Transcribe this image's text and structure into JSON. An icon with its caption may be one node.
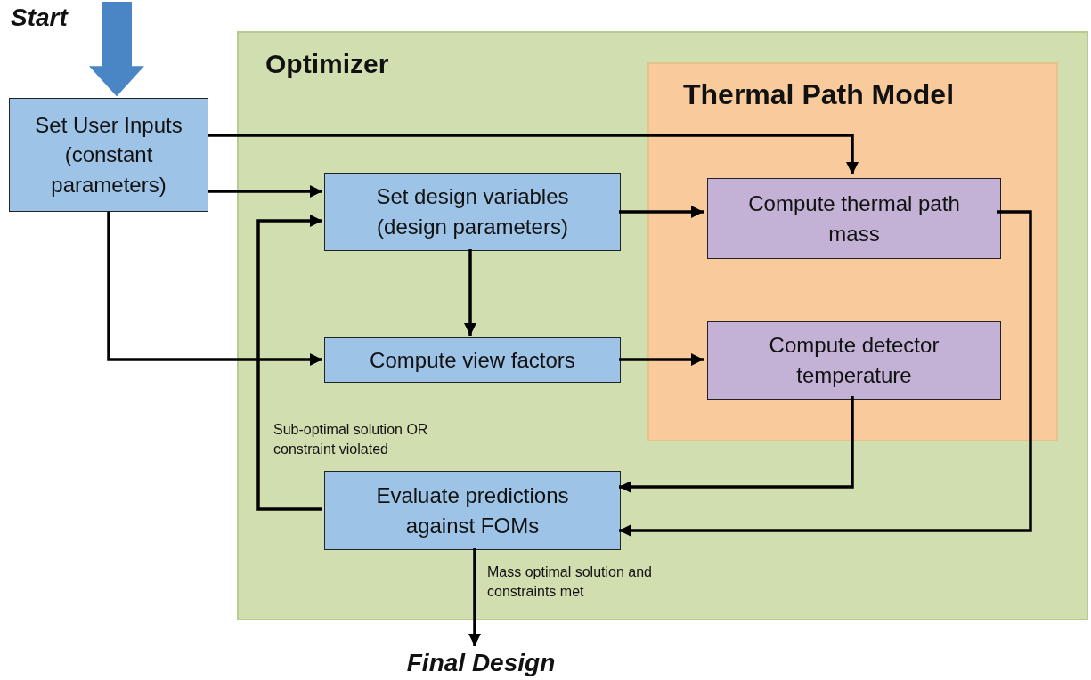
{
  "diagram": {
    "nodes": [
      {
        "text": [
          "Set User Inputs (constant parameters)"
        ]
      },
      {
        "text": [
          "Optimizer"
        ]
      },
      {
        "text": [
          "Thermal Path Model"
        ],
        "in": 1
      },
      {
        "text": [
          "Set design variables (design parameters)"
        ],
        "in": 1
      },
      {
        "text": [
          "Compute thermal path mass"
        ],
        "in": 2
      },
      {
        "text": [
          "Compute view factors"
        ],
        "in": 1
      },
      {
        "text": [
          "Compute detector temperature"
        ],
        "in": 2
      },
      {
        "text": [
          "Evaluate predictions against FOMs"
        ],
        "in": 1
      },
      {
        "text": [
          "Final Design"
        ]
      }
    ],
    "edges": [
      {
        "from": null,
        "to": 0,
        "arrow": "to",
        "style": "thick",
        "color": "#4a86c5",
        "label": "Start"
      },
      {
        "from": 0,
        "to": 4,
        "arrow": "to"
      },
      {
        "from": 0,
        "to": 3,
        "arrow": "to"
      },
      {
        "from": 0,
        "to": 5,
        "arrow": "to"
      },
      {
        "from": 3,
        "to": 4,
        "arrow": "to"
      },
      {
        "from": 3,
        "to": 5,
        "arrow": "to"
      },
      {
        "from": 5,
        "to": 6,
        "arrow": "to"
      },
      {
        "from": 6,
        "to": 7,
        "arrow": "to"
      },
      {
        "from": 4,
        "to": 7,
        "arrow": "to"
      },
      {
        "from": 7,
        "to": 3,
        "arrow": "to",
        "label": "Sub-optimal solution OR constraint violated"
      },
      {
        "from": 7,
        "to": 8,
        "arrow": "to",
        "label": "Mass optimal solution and constraints met"
      }
    ]
  }
}
